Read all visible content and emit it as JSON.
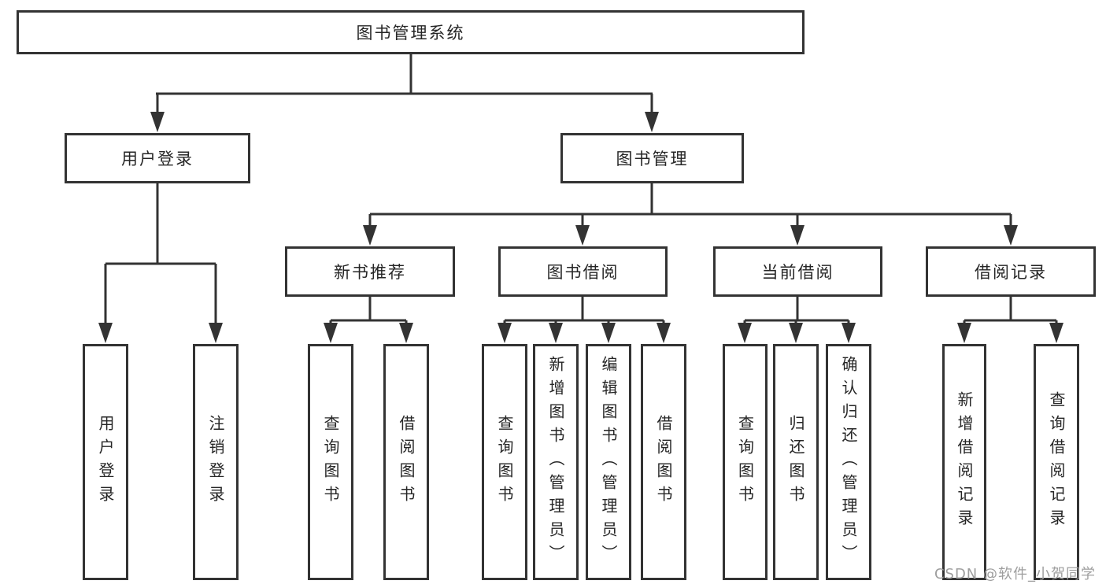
{
  "diagram": {
    "root": {
      "label": "图书管理系统"
    },
    "branches": [
      {
        "label": "用户登录",
        "children": [
          {
            "label": "用户登录"
          },
          {
            "label": "注销登录"
          }
        ]
      },
      {
        "label": "图书管理",
        "children": [
          {
            "label": "新书推荐",
            "children": [
              {
                "label": "查询图书"
              },
              {
                "label": "借阅图书"
              }
            ]
          },
          {
            "label": "图书借阅",
            "children": [
              {
                "label": "查询图书"
              },
              {
                "label": "新增图书（管理员）"
              },
              {
                "label": "编辑图书（管理员）"
              },
              {
                "label": "借阅图书"
              }
            ]
          },
          {
            "label": "当前借阅",
            "children": [
              {
                "label": "查询图书"
              },
              {
                "label": "归还图书"
              },
              {
                "label": "确认归还（管理员）"
              }
            ]
          },
          {
            "label": "借阅记录",
            "children": [
              {
                "label": "新增借阅记录"
              },
              {
                "label": "查询借阅记录"
              }
            ]
          }
        ]
      }
    ]
  },
  "watermark": {
    "text": "CSDN @软件_小贺同学"
  },
  "colors": {
    "line": "#333333",
    "background": "#ffffff",
    "text": "#262626",
    "watermark": "#9e9e9e"
  }
}
